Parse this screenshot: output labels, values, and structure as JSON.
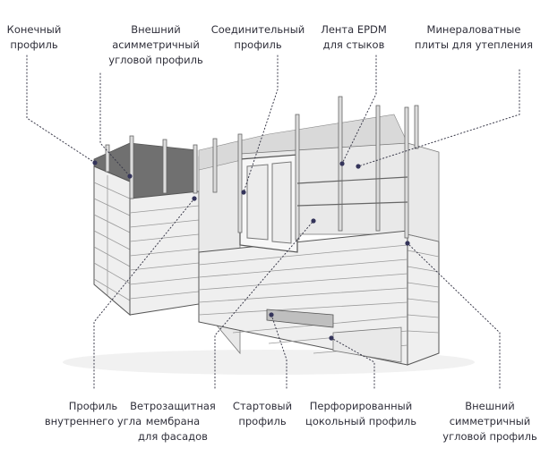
{
  "labels": {
    "end_profile": [
      "Конечный",
      "профиль"
    ],
    "outer_asym_corner": [
      "Внешний",
      "асимметричный",
      "угловой профиль"
    ],
    "connecting_profile": [
      "Соединительный",
      "профиль"
    ],
    "epdm_tape": [
      "Лента EPDM",
      "для стыков"
    ],
    "mineral_wool": [
      "Минераловатные",
      "плиты для утепления"
    ],
    "inner_corner": [
      "Профиль",
      "внутреннего угла"
    ],
    "wind_membrane": [
      "Ветрозащитная",
      "мембрана",
      "для фасадов"
    ],
    "starter_profile": [
      "Стартовый",
      "профиль"
    ],
    "perforated_plinth": [
      "Перфорированный",
      "цокольный профиль"
    ],
    "outer_sym_corner": [
      "Внешний",
      "симметричный",
      "угловой профиль"
    ]
  },
  "colors": {
    "text": "#2f2f3a",
    "leader": "#3a3a4a",
    "dot": "#34345a"
  }
}
